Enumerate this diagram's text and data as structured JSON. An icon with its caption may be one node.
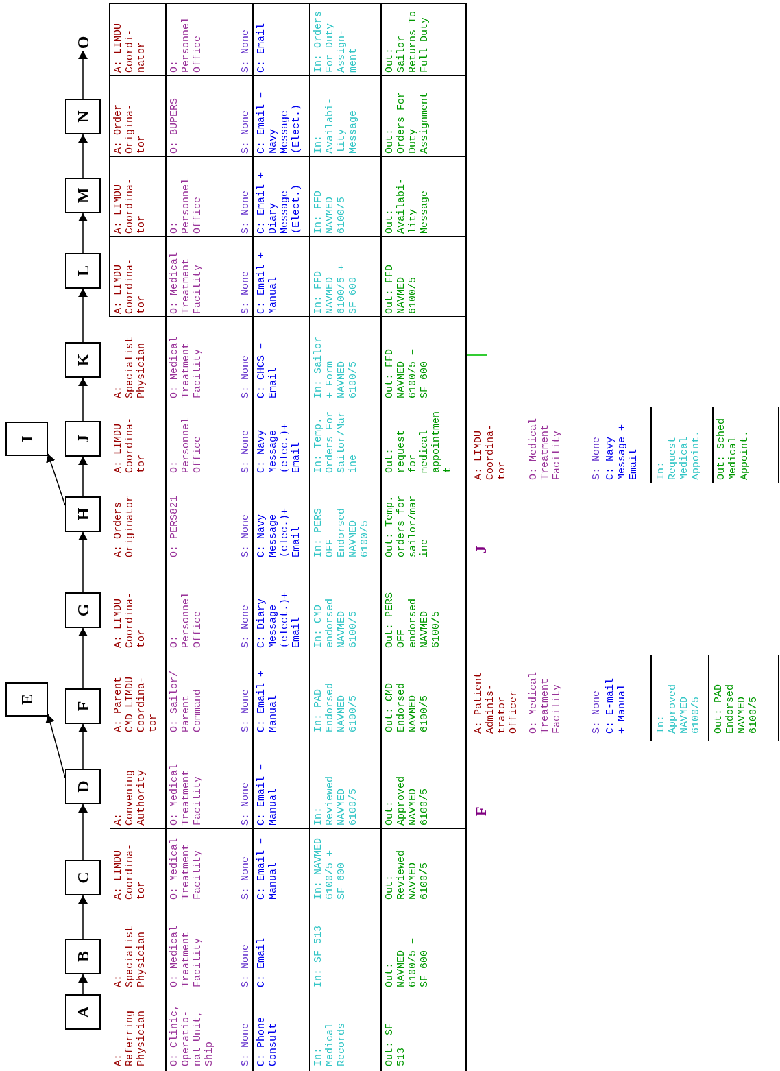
{
  "diagram": {
    "nodes": [
      {
        "text": [
          "A"
        ]
      },
      {
        "text": [
          "B"
        ]
      },
      {
        "text": [
          "C"
        ]
      },
      {
        "text": [
          "D"
        ]
      },
      {
        "text": [
          "E"
        ]
      },
      {
        "text": [
          "F"
        ]
      },
      {
        "text": [
          "G"
        ]
      },
      {
        "text": [
          "H"
        ]
      },
      {
        "text": [
          "I"
        ]
      },
      {
        "text": [
          "J"
        ]
      },
      {
        "text": [
          "K"
        ]
      },
      {
        "text": [
          "L"
        ]
      },
      {
        "text": [
          "M"
        ]
      },
      {
        "text": [
          "N"
        ]
      },
      {
        "text": [
          "O"
        ]
      }
    ],
    "edges": [
      {
        "from": 0,
        "to": 1,
        "arrow": "to"
      },
      {
        "from": 1,
        "to": 2,
        "arrow": "to"
      },
      {
        "from": 2,
        "to": 3,
        "arrow": "to"
      },
      {
        "from": 3,
        "to": 4,
        "arrow": "to"
      },
      {
        "from": 3,
        "to": 5,
        "arrow": "to"
      },
      {
        "from": 5,
        "to": 6,
        "arrow": "to"
      },
      {
        "from": 6,
        "to": 7,
        "arrow": "to"
      },
      {
        "from": 7,
        "to": 8,
        "arrow": "to"
      },
      {
        "from": 7,
        "to": 9,
        "arrow": "to"
      },
      {
        "from": 9,
        "to": 10,
        "arrow": "to"
      },
      {
        "from": 10,
        "to": 11,
        "arrow": "to"
      },
      {
        "from": 11,
        "to": 12,
        "arrow": "to"
      },
      {
        "from": 12,
        "to": 13,
        "arrow": "to"
      },
      {
        "from": 13,
        "to": 14,
        "arrow": "to"
      }
    ],
    "labels": [
      "A: Referring Physician",
      "A: Specialist Physician",
      "A: LIMDU Coordina-tor",
      "A: Convening Authority",
      "A: Parent CMD LIMDU Coordina-tor",
      "A: LIMDU Coordina-tor",
      "A: Orders Originator",
      "A: LIMDU Coordina-tor",
      "A: Specialist Physician",
      "A: LIMDU Coordina-tor",
      "A: LIMDU Coordina-tor",
      "A: Order Origina-tor",
      "A: LIMDU Coordi-nator",
      "O: Clinic, Operatio-nal Unit, Ship",
      "O: Medical Treatment Facility",
      "O: Medical Treatment Facility",
      "O: Medical Treatment Facility",
      "O: Sailor/ Parent Command",
      "O: Personnel Office",
      "O: PERS821",
      "O: Personnel Office",
      "O: Medical Treatment Facility",
      "O: Medical Treatment Facility",
      "O: Personnel Office",
      "O: BUPERS",
      "O: Personnel Office",
      "S: None",
      "S: None",
      "S: None",
      "S: None",
      "S: None",
      "S: None",
      "S: None",
      "S: None",
      "S: None",
      "S: None",
      "S: None",
      "S: None",
      "S: None",
      "C: Phone Consult",
      "C: Email",
      "C: Email + Manual",
      "C: Email + Manual",
      "C: Email + Manual",
      "C: Diary Message (elect.)+ Email",
      "C: Navy Message (elec.)+ Email",
      "C: Navy Message (elec.)+ Email",
      "C: CHCS + Email",
      "C: Email + Manual",
      "C: Email + Diary Message (Elect.)",
      "C: Email + Navy Message (Elect.)",
      "C: Email",
      "In: Medical Records",
      "In: SF 513",
      "In: NAVMED 6100/5 + SF 600",
      "In: Reviewed NAVMED 6100/5",
      "In: PAD Endorsed NAVMED 6100/5",
      "In: CMD endorsed NAVMED 6100/5",
      "In: PERS OFF Endorsed NAVMED 6100/5",
      "In: Temp. Orders For Sailor/Marine",
      "In: Sailor + Form NAVMED 6100/5",
      "In: FFD NAVMED 6100/5 + SF 600",
      "In: FFD NAVMED 6100/5",
      "In: Availabi-lity Message",
      "In: Orders For Duty Assign-ment",
      "Out: SF 513",
      "Out: NAVMED 6100/5 + SF 600",
      "Out: Reviewed NAVMED 6100/5",
      "Out: Approved NAVMED 6100/5",
      "Out: CMD Endorsed NAVMED 6100/5",
      "Out: PERS OFF endorsed NAVMED 6100/5",
      "Out: Temp. orders for sailor/marine",
      "Out: request for medical appointment",
      "Out: FFD NAVMED 6100/5 + SF 600",
      "Out: FFD NAVMED 6100/5",
      "Out: Availabi-lity Message",
      "Out: Orders For Duty Assignment",
      "Out: Sailor Returns To Full Duty",
      "F",
      "A: Patient Adminis-trator Officer",
      "O: Medical Treatment Facility",
      "S: None",
      "C: E-mail + Manual",
      "In: Approved NAVMED 6100/5",
      "Out: PAD Endorsed NAVMED 6100/5",
      "J",
      "A: LIMDU Coordina-tor",
      "O: Medical Treatment Facility",
      "S: None",
      "C: Navy Message + Email",
      "In: Request Medical Appoint.",
      "Out: Sched Medical Appoint."
    ]
  }
}
